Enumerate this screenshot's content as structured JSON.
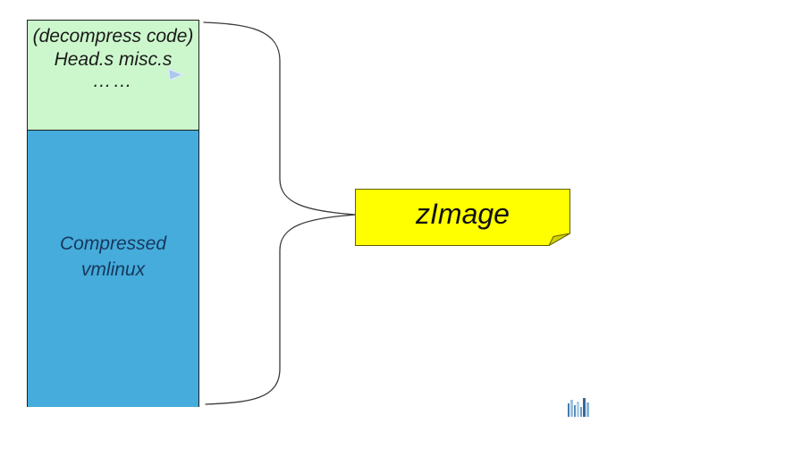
{
  "diagram": {
    "title_hint": "zImage kernel image layout",
    "stack": {
      "top_section": {
        "fill": "#ccf7cc",
        "border": "#1f1f1f",
        "text_color": "#1a1a1a",
        "lines": [
          "(decompress code)",
          "Head.s misc.s",
          "……"
        ]
      },
      "bottom_section": {
        "fill": "#45acdb",
        "text_color": "#17375d",
        "lines": [
          "Compressed",
          "vmlinux"
        ]
      }
    },
    "brace": {
      "color": "#3a3a3a"
    },
    "note": {
      "label": "zImage",
      "fill": "#ffff00",
      "fold_fill": "#d2d200",
      "border": "#606000",
      "text_color": "#111111"
    },
    "icons": {
      "pointer": "pale-blue pointer arrow",
      "pointer_color": "#aac9ec",
      "bars": "small blue bar glyph",
      "bars_colors": [
        "#4a7aa8",
        "#9cc0dc",
        "#5e8cb8",
        "#b0d0e8",
        "#6f9cc4",
        "#39689a",
        "#8ab4d4"
      ]
    }
  }
}
